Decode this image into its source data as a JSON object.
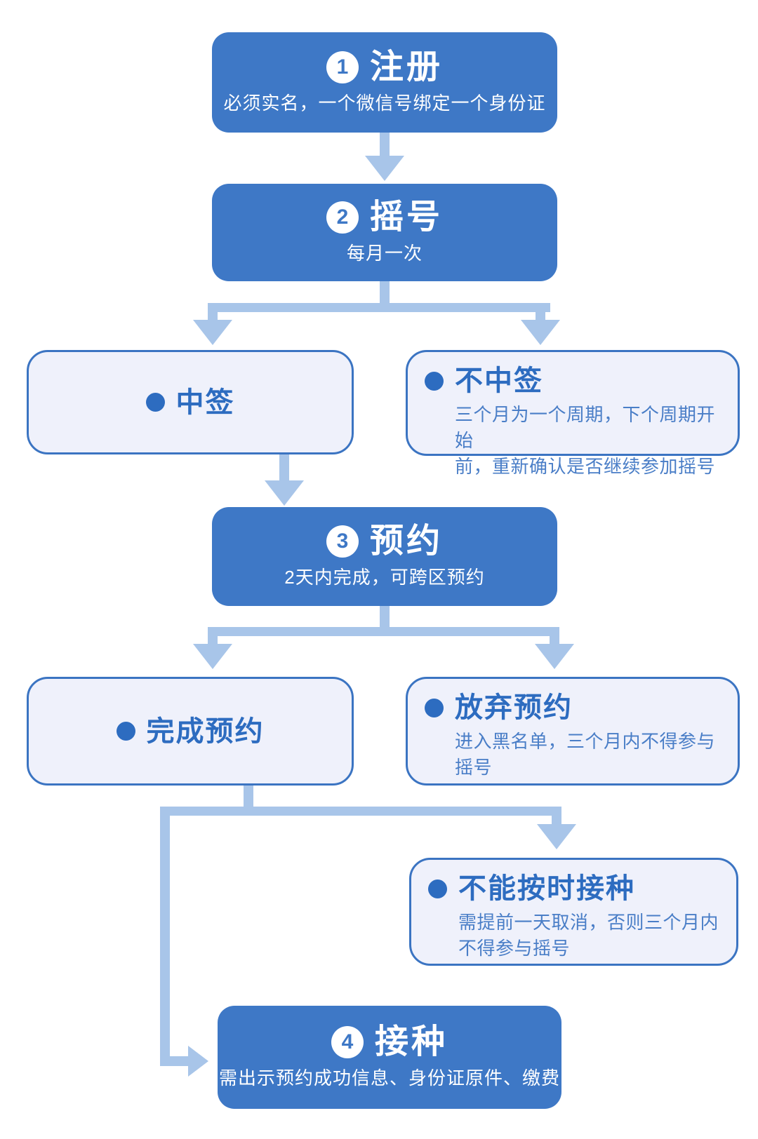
{
  "diagram": {
    "type": "flowchart",
    "topic": "疫苗摇号预约接种流程",
    "palette": {
      "background": "#FFFFFF",
      "primary_box_fill": "#3E78C6",
      "primary_box_text": "#FFFFFF",
      "light_box_fill": "#EFF1FB",
      "light_box_border": "#3B74C2",
      "light_box_title_text": "#2D6CC0",
      "light_box_desc_text": "#4A7EC7",
      "connector": "#A8C5E9"
    },
    "icons": {
      "step_number_badge": "white circle with blue numeral",
      "bullet": "solid blue circle",
      "arrow_down": "light blue triangle pointing down",
      "arrow_right": "light blue triangle pointing right"
    }
  },
  "steps": {
    "register": {
      "number": "1",
      "title": "注册",
      "subtitle": "必须实名，一个微信号绑定一个身份证"
    },
    "lottery": {
      "number": "2",
      "title": "摇号",
      "subtitle": "每月一次"
    },
    "appointment": {
      "number": "3",
      "title": "预约",
      "subtitle": "2天内完成，可跨区预约"
    },
    "vaccinate": {
      "number": "4",
      "title": "接种",
      "subtitle": "需出示预约成功信息、身份证原件、缴费"
    }
  },
  "outcomes": {
    "win": {
      "title": "中签"
    },
    "lose": {
      "title": "不中签",
      "desc_line1": "三个月为一个周期，下个周期开始",
      "desc_line2": "前，重新确认是否继续参加摇号"
    },
    "complete": {
      "title": "完成预约"
    },
    "abandon": {
      "title": "放弃预约",
      "desc_line1": "进入黑名单，三个月内不得参与",
      "desc_line2": "摇号"
    },
    "miss": {
      "title": "不能按时接种",
      "desc_line1": "需提前一天取消，否则三个月内",
      "desc_line2": "不得参与摇号"
    }
  },
  "edges": [
    {
      "from": "注册",
      "to": "摇号"
    },
    {
      "from": "摇号",
      "to": "中签"
    },
    {
      "from": "摇号",
      "to": "不中签"
    },
    {
      "from": "中签",
      "to": "预约"
    },
    {
      "from": "预约",
      "to": "完成预约"
    },
    {
      "from": "预约",
      "to": "放弃预约"
    },
    {
      "from": "完成预约",
      "to": "不能按时接种"
    },
    {
      "from": "完成预约",
      "to": "接种"
    }
  ]
}
